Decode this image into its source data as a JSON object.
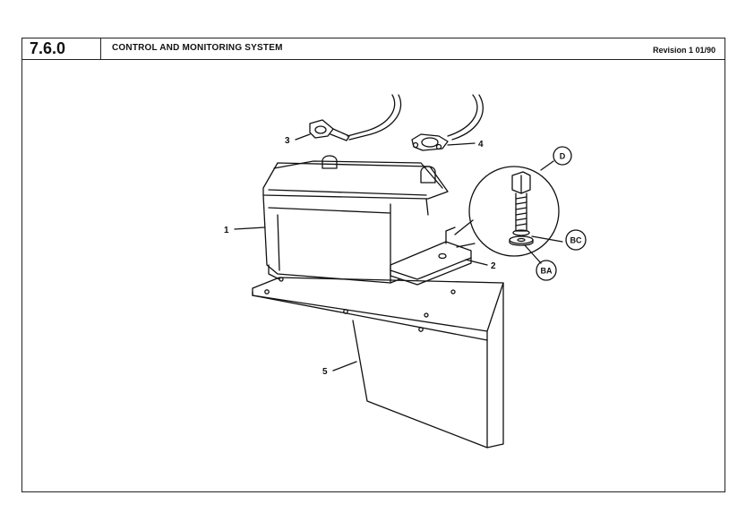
{
  "header": {
    "section_number": "7.6.0",
    "title": "CONTROL AND MONITORING SYSTEM",
    "revision": "Revision  1 01/90"
  },
  "callouts": {
    "c1": "1",
    "c2": "2",
    "c3": "3",
    "c4": "4",
    "c5": "5",
    "cD": "D",
    "cBC": "BC",
    "cBA": "BA"
  }
}
